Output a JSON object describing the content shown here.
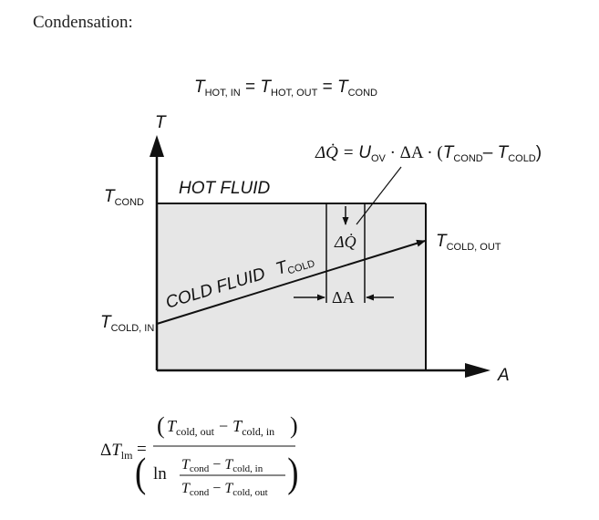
{
  "heading": "Condensation:",
  "top_equation": {
    "T1": "T",
    "sub1": "HOT, IN",
    "eq1": " = ",
    "T2": "T",
    "sub2": "HOT, OUT",
    "eq2": " = ",
    "T3": "T",
    "sub3": "COND"
  },
  "diagram": {
    "axis_y_label": "T",
    "axis_x_label": "A",
    "hot_fluid_label": "HOT FLUID",
    "cold_fluid_label": "COLD FLUID",
    "t_cold_label": {
      "T": "T",
      "sub": "COLD"
    },
    "t_cond_label": {
      "T": "T",
      "sub": "COND"
    },
    "t_cold_in_label": {
      "T": "T",
      "sub": "COLD, IN"
    },
    "t_cold_out_label": {
      "T": "T",
      "sub": "COLD, OUT"
    },
    "delta_q_label": "ΔQ̇",
    "delta_a_label": "ΔA",
    "heat_eq": {
      "lhs": "ΔQ̇ = ",
      "U": "U",
      "U_sub": "OV",
      "mid": " · ΔA · (",
      "T1": "T",
      "T1_sub": "COND",
      "minus": "– ",
      "T2": "T",
      "T2_sub": "COLD",
      "close": ")"
    },
    "colors": {
      "fill": "#e6e6e6",
      "stroke": "#111111"
    }
  },
  "lmtd": {
    "lhs_delta": "Δ",
    "lhs_T": "T",
    "lhs_sub": "lm",
    "equals": "=",
    "num_T1": "T",
    "num_T1_sub": "cold, out",
    "minus": "−",
    "num_T2": "T",
    "num_T2_sub": "cold, in",
    "ln": "ln",
    "inner_num_T1": "T",
    "inner_num_T1_sub": "cond",
    "inner_num_T2": "T",
    "inner_num_T2_sub": "cold, in",
    "inner_den_T1": "T",
    "inner_den_T1_sub": "cond",
    "inner_den_T2": "T",
    "inner_den_T2_sub": "cold, out"
  }
}
